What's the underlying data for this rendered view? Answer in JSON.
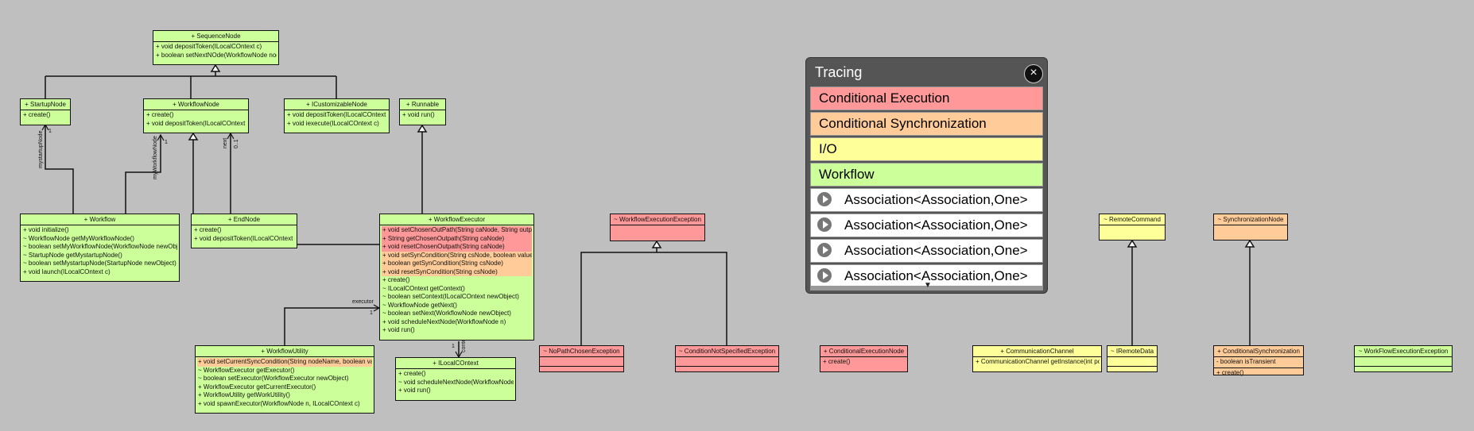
{
  "classes": {
    "sequenceNode": {
      "title": "+ SequenceNode",
      "sections": [
        [
          "+ void depositToken(ILocalCOntext c)",
          "+ boolean setNextNOde(WorkflowNode node)"
        ]
      ]
    },
    "startupNode": {
      "title": "+ StartupNode",
      "sections": [
        [
          "+ create()"
        ]
      ]
    },
    "workflowNode": {
      "title": "+ WorkflowNode",
      "sections": [
        [
          "+ create()",
          "+ void depositToken(ILocalCOntext c)"
        ]
      ]
    },
    "icustomizableNode": {
      "title": "+ ICustomizableNode",
      "sections": [
        [
          "+ void depositToken(ILocalCOntext c)",
          "+ void iexecute(ILocalCOntext c)"
        ]
      ]
    },
    "runnable": {
      "title": "+ Runnable",
      "sections": [
        [
          "+ void run()"
        ]
      ]
    },
    "workflow": {
      "title": "+ Workflow",
      "sections": [
        [
          "+ void initialize()",
          "~ WorkflowNode getMyWorkflowNode()",
          "~ boolean setMyWorkflowNode(WorkflowNode newObject)",
          "~ StartupNode getMystartupNode()",
          "~ boolean setMystartupNode(StartupNode newObject)",
          "+ void launch(ILocalCOntext c)"
        ]
      ]
    },
    "endNode": {
      "title": "+ EndNode",
      "sections": [
        [
          "+ create()",
          "+ void depositToken(ILocalCOntext c)"
        ]
      ]
    },
    "workflowExecutor": {
      "title": "+ WorkflowExecutor",
      "sections": [
        [
          {
            "text": "+ void setChosenOutPath(String caNode, String outpath)",
            "c": "r"
          },
          {
            "text": "+ String getChosenOutpath(String caNode)",
            "c": "r"
          },
          {
            "text": "+ void resetChosenOutpath(String caNode)",
            "c": "r"
          },
          {
            "text": "+ void setSynCondition(String csNode, boolean value)",
            "c": "o"
          },
          {
            "text": "+ boolean getSynCondition(String csNode)",
            "c": "o"
          },
          {
            "text": "+ void resetSynCondition(String csNode)",
            "c": "o"
          },
          "+ create()",
          "~ ILocalCOntext getContext()",
          "~ boolean setContext(ILocalCOntext newObject)",
          "~ WorkflowNode getNext()",
          "~ boolean setNext(WorkflowNode newObject)",
          "+ void scheduleNextNode(WorkflowNode n)",
          "+ void run()"
        ]
      ]
    },
    "workflowUtility": {
      "title": "+ WorkflowUtility",
      "sections": [
        [
          {
            "text": "+ void setCurrentSyncCondition(String nodeName, boolean value)",
            "c": "o"
          },
          "~ WorkflowExecutor getExecutor()",
          "~ boolean setExecutor(WorkflowExecutor newObject)",
          "+ WorkflowExecutor getCurrentExecutor()",
          "+ WorkflowUtility getWorkUtility()",
          "+ void spawnExecutor(WorkflowNode n, ILocalCOntext c)"
        ]
      ]
    },
    "ilocalContext": {
      "title": "+ ILocalCOntext",
      "sections": [
        [
          "+ create()",
          "~ void scheduleNextNode(WorkflowNode n)",
          "+ void run()"
        ]
      ]
    },
    "workflowExecutionException": {
      "title": "~ WorkflowExecutionException",
      "sections": [
        []
      ]
    },
    "noPathChosenException": {
      "title": "~ NoPathChosenException",
      "sections": [
        [],
        []
      ]
    },
    "conditionNotSpecifiedException": {
      "title": "~ ConditionNotSpecifiedException",
      "sections": [
        [],
        []
      ]
    },
    "conditionalExecutionNode": {
      "title": "+ ConditionalExecutionNode",
      "sections": [
        [
          "+ create()"
        ]
      ]
    },
    "communicationChannel": {
      "title": "+ CommunicationChannel",
      "sections": [
        [
          "+ CommunicationChannel getInstance(int port)"
        ]
      ]
    },
    "remoteCommand": {
      "title": "~ RemoteCommand",
      "sections": [
        []
      ]
    },
    "iremoteData": {
      "title": "~ IRemoteData",
      "sections": [
        [],
        []
      ]
    },
    "synchronizationNode": {
      "title": "~ SynchronizationNode",
      "sections": [
        []
      ]
    },
    "conditionalSynchronization": {
      "title": "+ ConditionalSynchronization",
      "sections": [
        [
          "- boolean isTransient"
        ],
        [
          "+ create()"
        ]
      ]
    },
    "workFlowExecutionException": {
      "title": "~ WorkFlowExecutionException",
      "sections": [
        [],
        []
      ]
    }
  },
  "labels": {
    "mystartupNode": "mystartupNode",
    "mult1a": "1",
    "myWorkflowNode": "myWorkflowNode",
    "mult1b": "1",
    "next": "next",
    "mult01": "0..1",
    "executor": "executor",
    "mult1c": "1",
    "mult1d": "1",
    "context": "context"
  },
  "tracing": {
    "title": "Tracing",
    "close_icon": "close-icon",
    "items": [
      {
        "label": "Conditional Execution",
        "color": "#ff9999"
      },
      {
        "label": "Conditional Synchronization",
        "color": "#ffcc99"
      },
      {
        "label": "I/O",
        "color": "#ffff99"
      },
      {
        "label": "Workflow",
        "color": "#ccff99"
      }
    ],
    "associations": [
      "Association<Association,One>",
      "Association<Association,One>",
      "Association<Association,One>",
      "Association<Association,One>"
    ]
  },
  "colors": {
    "workflow": "#ccff99",
    "condExec": "#ff9999",
    "condSync": "#ffcc99",
    "io": "#ffff99",
    "background": "#bfbfbf"
  }
}
